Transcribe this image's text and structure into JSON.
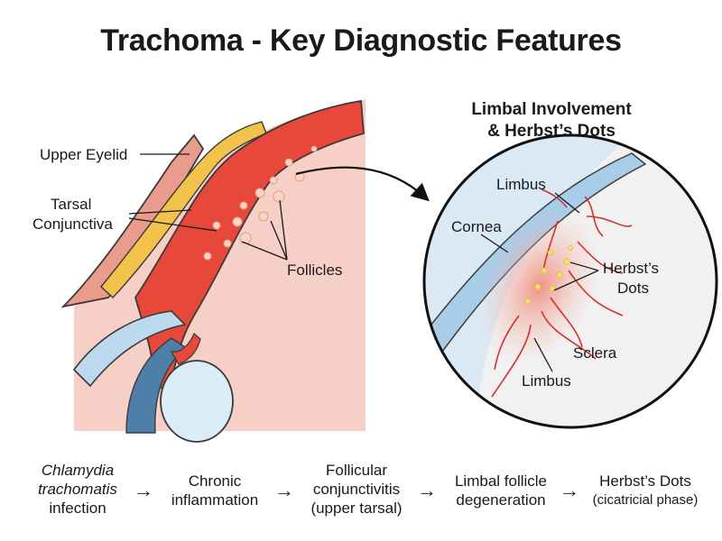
{
  "title": "Trachoma - Key Diagnostic Features",
  "left_labels": {
    "upper_eyelid": "Upper Eyelid",
    "tarsal_line1": "Tarsal",
    "tarsal_line2": "Conjunctiva",
    "follicles": "Follicles"
  },
  "inset": {
    "title_line1": "Limbal Involvement",
    "title_line2": "& Herbst’s Dots",
    "limbus_top": "Limbus",
    "cornea": "Cornea",
    "herbsts_line1": "Herbst’s",
    "herbsts_line2": "Dots",
    "sclera": "Sclera",
    "limbus_bottom": "Limbus"
  },
  "flow": {
    "steps": [
      {
        "lines": [
          "Chlamydia",
          "trachomatis",
          "infection"
        ]
      },
      {
        "lines": [
          "Chronic",
          "inflammation"
        ]
      },
      {
        "lines": [
          "Follicular",
          "conjunctivitis",
          "(upper tarsal)"
        ]
      },
      {
        "lines": [
          "Limbal follicle",
          "degeneration"
        ]
      },
      {
        "lines": [
          "Herbst’s Dots",
          "(cicatricial phase)"
        ]
      }
    ],
    "arrow": "→"
  },
  "colors": {
    "skin": "#f4c6bd",
    "conjunctiva_red": "#e8483a",
    "tarsal_yellow": "#f3c24a",
    "cornea_blue": "#bcd9ee",
    "pupil_blue": "#4d7fa8",
    "sclera": "#f1f1f1"
  }
}
